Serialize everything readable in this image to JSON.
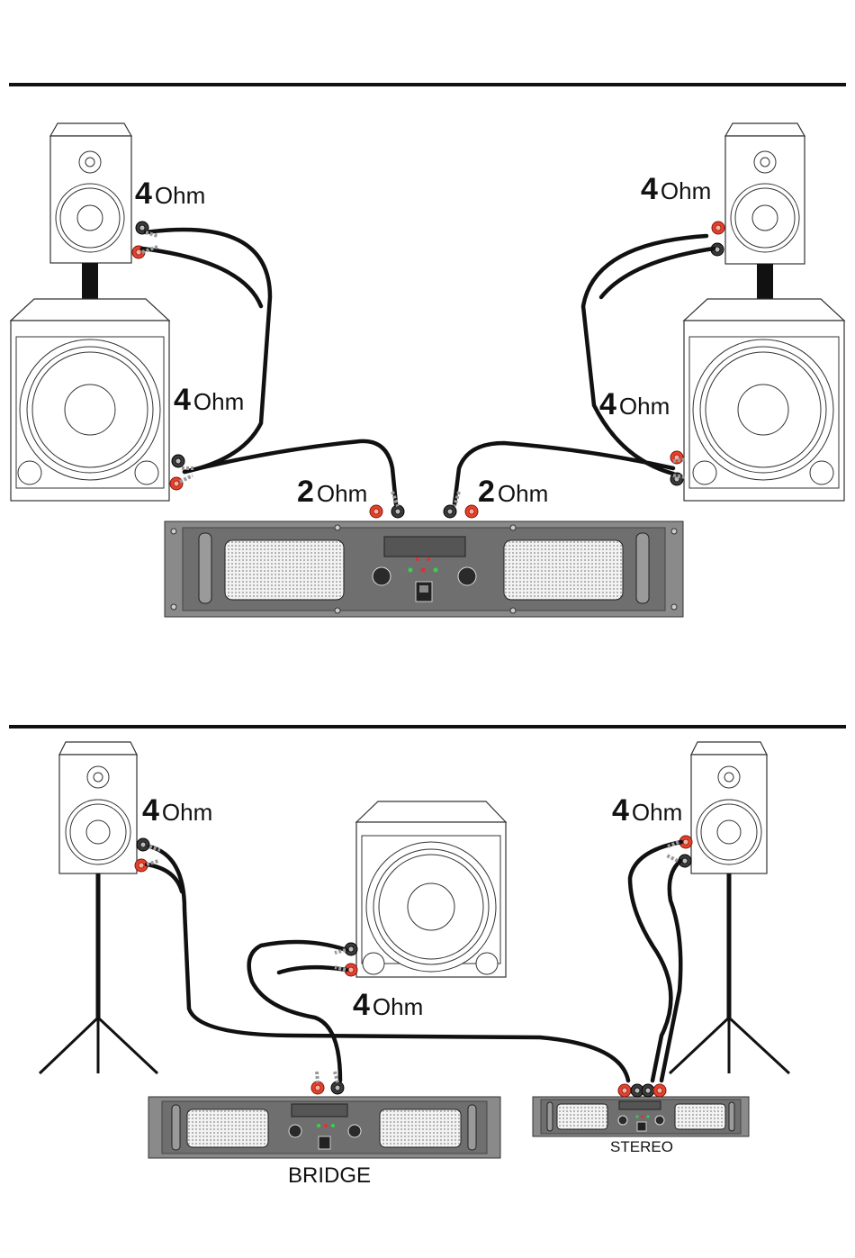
{
  "figure1": {
    "top_left_speaker": {
      "num": "4",
      "unit": "Ohm"
    },
    "left_sub": {
      "num": "4",
      "unit": "Ohm"
    },
    "top_right_speaker": {
      "num": "4",
      "unit": "Ohm"
    },
    "right_sub": {
      "num": "4",
      "unit": "Ohm"
    },
    "amp_left_output": {
      "num": "2",
      "unit": "Ohm"
    },
    "amp_right_output": {
      "num": "2",
      "unit": "Ohm"
    }
  },
  "figure2": {
    "left_speaker": {
      "num": "4",
      "unit": "Ohm"
    },
    "right_speaker": {
      "num": "4",
      "unit": "Ohm"
    },
    "subwoofer": {
      "num": "4",
      "unit": "Ohm"
    },
    "bridge_amp_caption": "BRIDGE",
    "stereo_amp_caption": "STEREO"
  },
  "colors": {
    "cable": "#111111",
    "terminal_red": "#e8402a",
    "terminal_black": "#2a2a2a",
    "amp_body": "#7a7a7a",
    "line": "#111111"
  }
}
